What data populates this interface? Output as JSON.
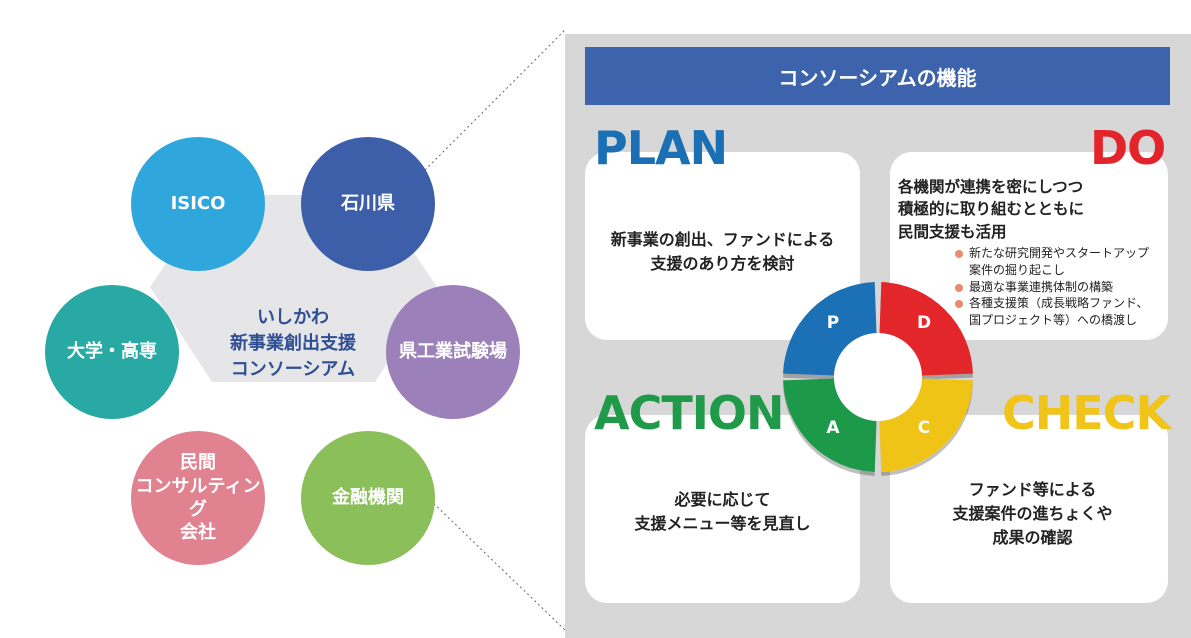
{
  "hub": {
    "lines": [
      "いしかわ",
      "新事業創出支援",
      "コンソーシアム"
    ]
  },
  "members": [
    {
      "key": "isico",
      "label": "ISICO",
      "color": "#2fa6dc"
    },
    {
      "key": "ishikawa",
      "label": "石川県",
      "color": "#3d5fa9"
    },
    {
      "key": "testlab",
      "label": "県工業試験場",
      "color": "#9b80b9"
    },
    {
      "key": "finance",
      "label": "金融機関",
      "color": "#8bbf5a"
    },
    {
      "key": "consulting",
      "label": "民間\nコンサルティング\n会社",
      "color": "#e0828f"
    },
    {
      "key": "university",
      "label": "大学・高専",
      "color": "#29a9a3"
    }
  ],
  "functions": {
    "title": "コンソーシアムの機能",
    "plan": {
      "title": "PLAN",
      "color": "#1a6fb5",
      "text": "新事業の創出、ファンドによる\n支援のあり方を検討"
    },
    "do": {
      "title": "DO",
      "color": "#e3252b",
      "text": "各機関が連携を密にしつつ\n積極的に取り組むとともに\n民間支援も活用",
      "bullets": [
        "新たな研究開発やスタートアップ\n案件の掘り起こし",
        "最適な事業連携体制の構築",
        "各種支援策（成長戦略ファンド、\n国プロジェクト等）への橋渡し"
      ]
    },
    "action": {
      "title": "ACTION",
      "color": "#1f9a48",
      "text": "必要に応じて\n支援メニュー等を見直し"
    },
    "check": {
      "title": "CHECK",
      "color": "#f0c419",
      "text": "ファンド等による\n支援案件の進ちょくや\n成果の確認"
    }
  },
  "cycle": {
    "segments": [
      {
        "label": "P",
        "color": "#1a6fb5"
      },
      {
        "label": "D",
        "color": "#e3252b"
      },
      {
        "label": "C",
        "color": "#f0c419"
      },
      {
        "label": "A",
        "color": "#1f9a48"
      }
    ]
  }
}
